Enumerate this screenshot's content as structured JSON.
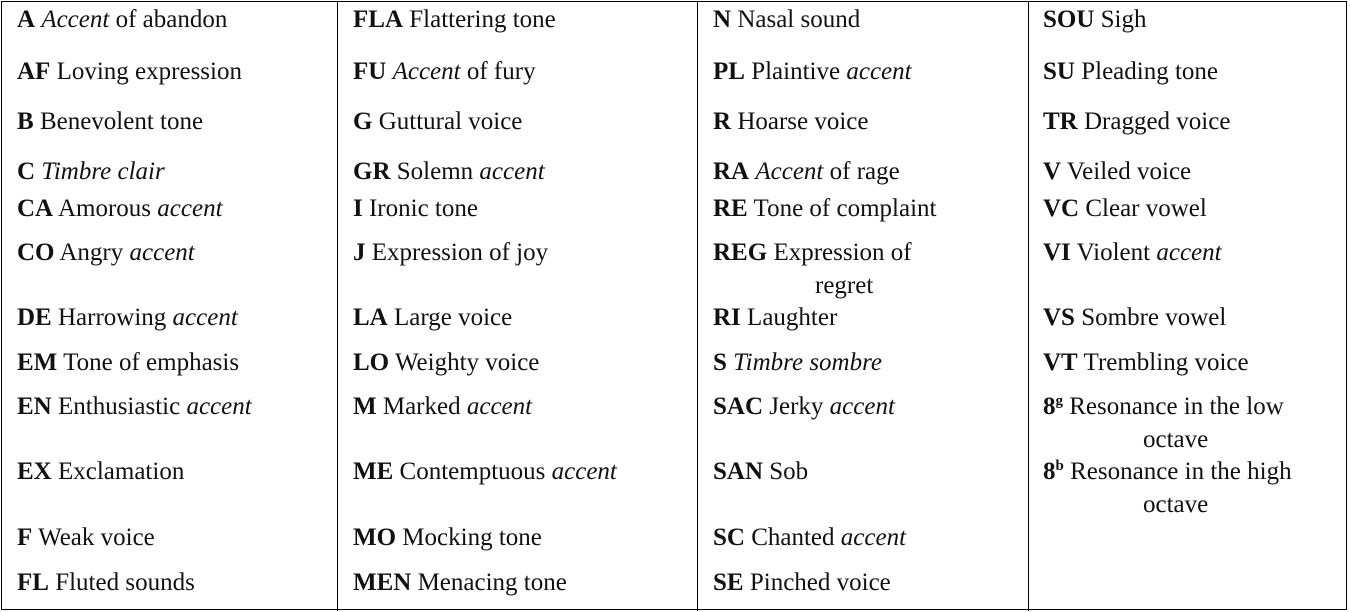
{
  "columns": [
    {
      "entries": [
        {
          "code": "A",
          "parts": [
            {
              "t": "Accent",
              "i": true
            },
            {
              "t": " of abandon"
            }
          ]
        },
        {
          "code": "AF",
          "parts": [
            {
              "t": "Loving expression"
            }
          ]
        },
        {
          "code": "B",
          "parts": [
            {
              "t": "Benevolent tone"
            }
          ]
        },
        {
          "code": "C",
          "parts": [
            {
              "t": "Timbre clair",
              "i": true
            }
          ]
        },
        {
          "code": "CA",
          "parts": [
            {
              "t": "Amorous "
            },
            {
              "t": "accent",
              "i": true
            }
          ]
        },
        {
          "code": "CO",
          "parts": [
            {
              "t": "Angry "
            },
            {
              "t": "accent",
              "i": true
            }
          ]
        },
        {
          "code": "DE",
          "parts": [
            {
              "t": "Harrowing "
            },
            {
              "t": "accent",
              "i": true
            }
          ]
        },
        {
          "code": "EM",
          "parts": [
            {
              "t": "Tone of emphasis"
            }
          ]
        },
        {
          "code": "EN",
          "parts": [
            {
              "t": "Enthusiastic "
            },
            {
              "t": "accent",
              "i": true
            }
          ]
        },
        {
          "code": "EX",
          "parts": [
            {
              "t": "Exclamation"
            }
          ]
        },
        {
          "code": "F",
          "parts": [
            {
              "t": "Weak voice"
            }
          ]
        },
        {
          "code": "FL",
          "parts": [
            {
              "t": "Fluted sounds"
            }
          ]
        }
      ]
    },
    {
      "entries": [
        {
          "code": "FLA",
          "parts": [
            {
              "t": "Flattering tone"
            }
          ]
        },
        {
          "code": "FU",
          "parts": [
            {
              "t": "Accent",
              "i": true
            },
            {
              "t": " of fury"
            }
          ]
        },
        {
          "code": "G",
          "parts": [
            {
              "t": "Guttural voice"
            }
          ]
        },
        {
          "code": "GR",
          "parts": [
            {
              "t": "Solemn "
            },
            {
              "t": "accent",
              "i": true
            }
          ]
        },
        {
          "code": "I",
          "parts": [
            {
              "t": "Ironic tone"
            }
          ]
        },
        {
          "code": "J",
          "parts": [
            {
              "t": "Expression of joy"
            }
          ]
        },
        {
          "code": "LA",
          "parts": [
            {
              "t": "Large voice"
            }
          ]
        },
        {
          "code": "LO",
          "parts": [
            {
              "t": "Weighty voice"
            }
          ]
        },
        {
          "code": "M",
          "parts": [
            {
              "t": "Marked "
            },
            {
              "t": "accent",
              "i": true
            }
          ]
        },
        {
          "code": "ME",
          "parts": [
            {
              "t": "Contemptuous "
            },
            {
              "t": "accent",
              "i": true
            }
          ]
        },
        {
          "code": "MO",
          "parts": [
            {
              "t": "Mocking tone"
            }
          ]
        },
        {
          "code": "MEN",
          "parts": [
            {
              "t": "Menacing tone"
            }
          ]
        }
      ]
    },
    {
      "entries": [
        {
          "code": "N",
          "parts": [
            {
              "t": "Nasal sound"
            }
          ]
        },
        {
          "code": "PL",
          "parts": [
            {
              "t": "Plaintive "
            },
            {
              "t": "accent",
              "i": true
            }
          ]
        },
        {
          "code": "R",
          "parts": [
            {
              "t": "Hoarse voice"
            }
          ]
        },
        {
          "code": "RA",
          "parts": [
            {
              "t": "Accent",
              "i": true
            },
            {
              "t": " of rage"
            }
          ]
        },
        {
          "code": "RE",
          "parts": [
            {
              "t": "Tone of complaint"
            }
          ]
        },
        {
          "code": "REG",
          "parts": [
            {
              "t": "Expression of"
            }
          ],
          "cont": "regret"
        },
        {
          "code": "RI",
          "parts": [
            {
              "t": "Laughter"
            }
          ]
        },
        {
          "code": "S",
          "parts": [
            {
              "t": "Timbre sombre",
              "i": true
            }
          ]
        },
        {
          "code": "SAC",
          "parts": [
            {
              "t": "Jerky "
            },
            {
              "t": "accent",
              "i": true
            }
          ]
        },
        {
          "code": "SAN",
          "parts": [
            {
              "t": "Sob"
            }
          ]
        },
        {
          "code": "SC",
          "parts": [
            {
              "t": "Chanted "
            },
            {
              "t": "accent",
              "i": true
            }
          ]
        },
        {
          "code": "SE",
          "parts": [
            {
              "t": "Pinched voice"
            }
          ]
        }
      ]
    },
    {
      "entries": [
        {
          "code": "SOU",
          "parts": [
            {
              "t": "Sigh"
            }
          ]
        },
        {
          "code": "SU",
          "parts": [
            {
              "t": "Pleading tone"
            }
          ]
        },
        {
          "code": "TR",
          "parts": [
            {
              "t": "Dragged voice"
            }
          ]
        },
        {
          "code": "V",
          "parts": [
            {
              "t": "Veiled voice"
            }
          ]
        },
        {
          "code": "VC",
          "parts": [
            {
              "t": "Clear vowel"
            }
          ]
        },
        {
          "code": "VI",
          "parts": [
            {
              "t": "Violent "
            },
            {
              "t": "accent",
              "i": true
            }
          ]
        },
        {
          "code": "VS",
          "parts": [
            {
              "t": "Sombre vowel"
            }
          ]
        },
        {
          "code": "VT",
          "parts": [
            {
              "t": "Trembling voice"
            }
          ]
        },
        {
          "code": "8",
          "sup": "g",
          "parts": [
            {
              "t": "Resonance in the low"
            }
          ],
          "cont": "octave"
        },
        {
          "code": "8",
          "sup": "b",
          "parts": [
            {
              "t": "Resonance in the high"
            }
          ],
          "cont": "octave"
        }
      ]
    }
  ]
}
